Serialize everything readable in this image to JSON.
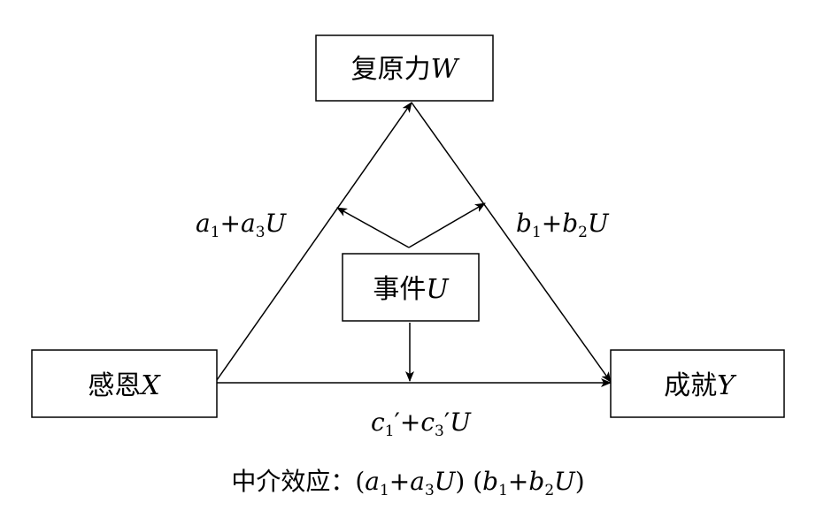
{
  "nodes": {
    "w": {
      "text": "复原力",
      "var": "W"
    },
    "x": {
      "text": "感恩",
      "var": "X"
    },
    "y": {
      "text": "成就",
      "var": "Y"
    },
    "u": {
      "text": "事件",
      "var": "U"
    }
  },
  "labels": {
    "a_path": {
      "a": "a",
      "sub1": "1",
      "plus": "+",
      "a3": "a",
      "sub3": "3",
      "u": "U"
    },
    "b_path": {
      "b": "b",
      "sub1": "1",
      "plus": "+",
      "b2": "b",
      "sub2": "2",
      "u": "U"
    },
    "c_path": {
      "c1": "c",
      "sub1": "1",
      "prime1": "′",
      "plus": "+",
      "c3": "c",
      "sub3": "3",
      "prime3": "′",
      "u": "U"
    }
  },
  "caption": {
    "prefix": "中介效应：(",
    "a": "a",
    "sub1": "1",
    "plus1": "+",
    "a3": "a",
    "sub3": "3",
    "u1": "U",
    "mid": ") (",
    "b": "b",
    "subb1": "1",
    "plus2": "+",
    "b2": "b",
    "subb2": "2",
    "u2": "U",
    "suffix": ")"
  },
  "colors": {
    "stroke": "#000000",
    "background": "#ffffff"
  }
}
